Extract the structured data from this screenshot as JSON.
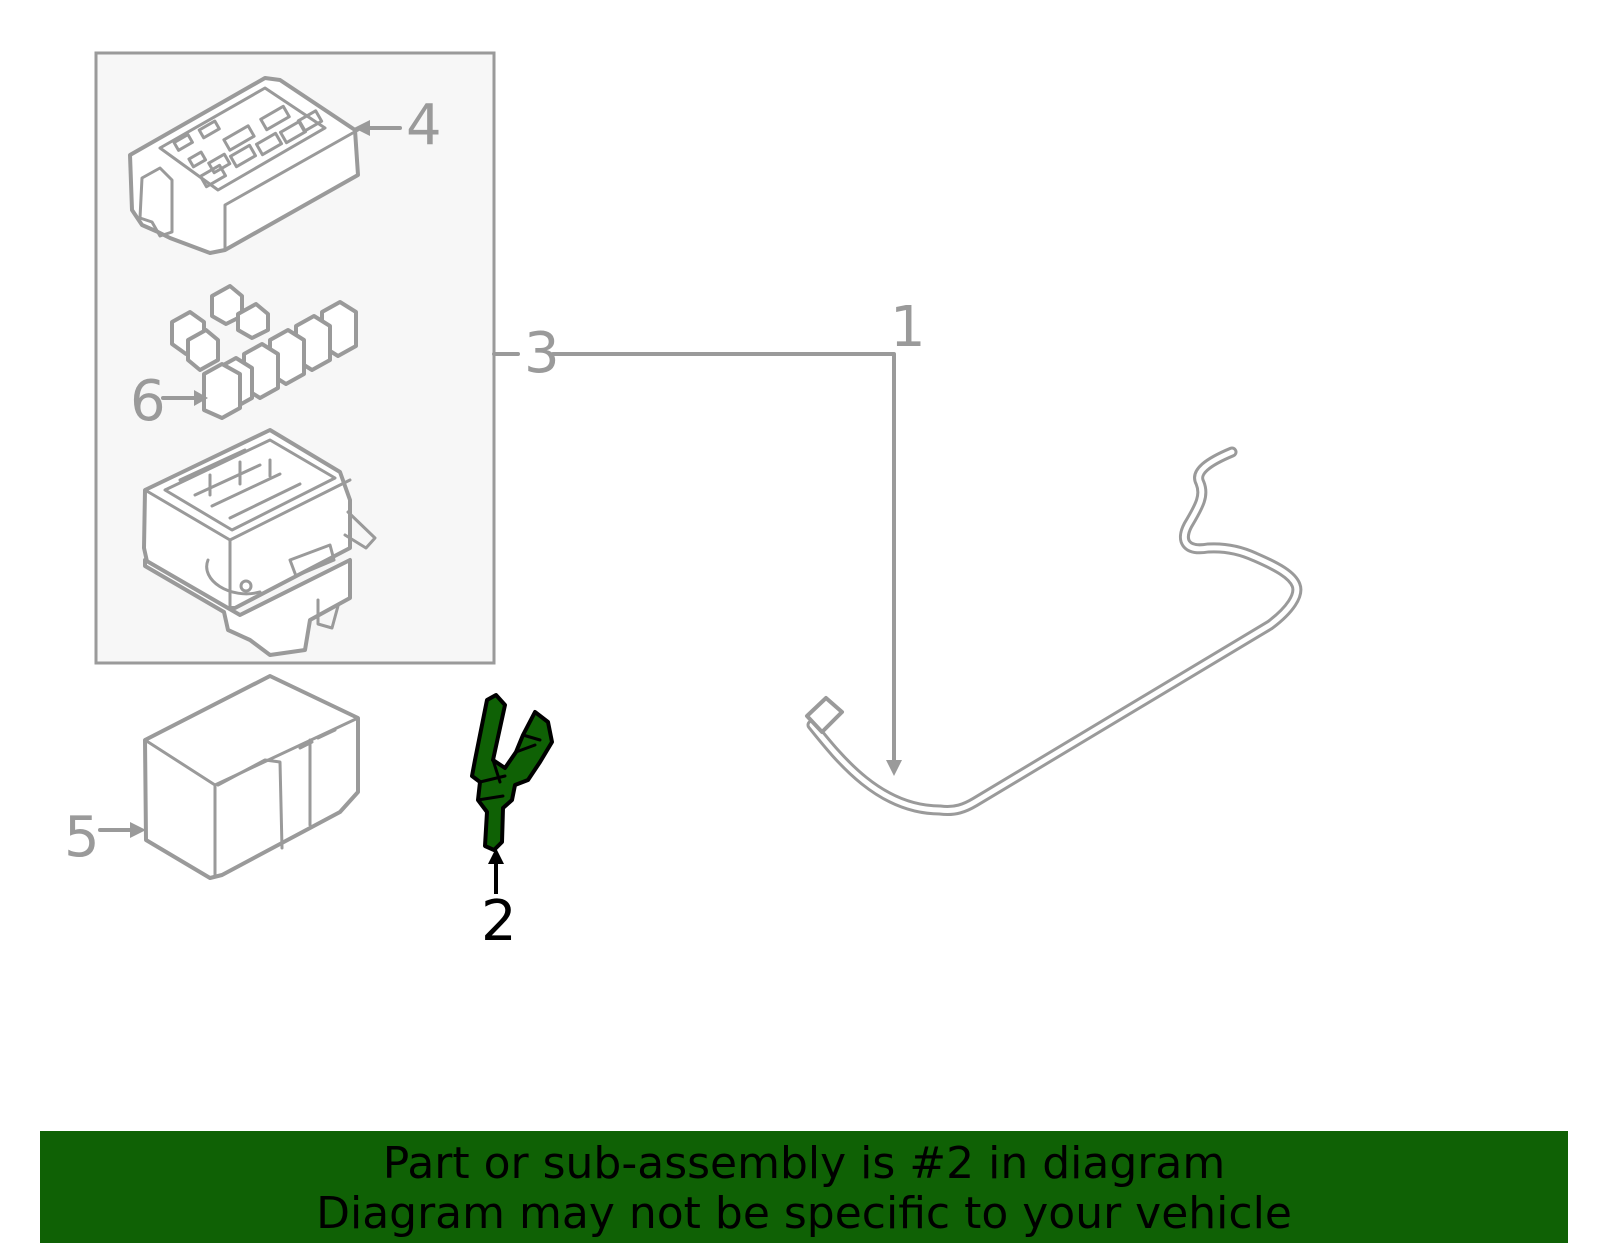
{
  "callouts": {
    "c1": "1",
    "c2": "2",
    "c3": "3",
    "c4": "4",
    "c5": "5",
    "c6": "6"
  },
  "highlight_part": "2",
  "colors": {
    "line": "#9a9a9a",
    "highlight_fill": "#0f6105",
    "banner_bg": "#0f6105",
    "text_active": "#000000"
  },
  "banner": {
    "line1": "Part or sub-assembly is #2 in diagram",
    "line2": "Diagram may not be specific to your vehicle"
  }
}
